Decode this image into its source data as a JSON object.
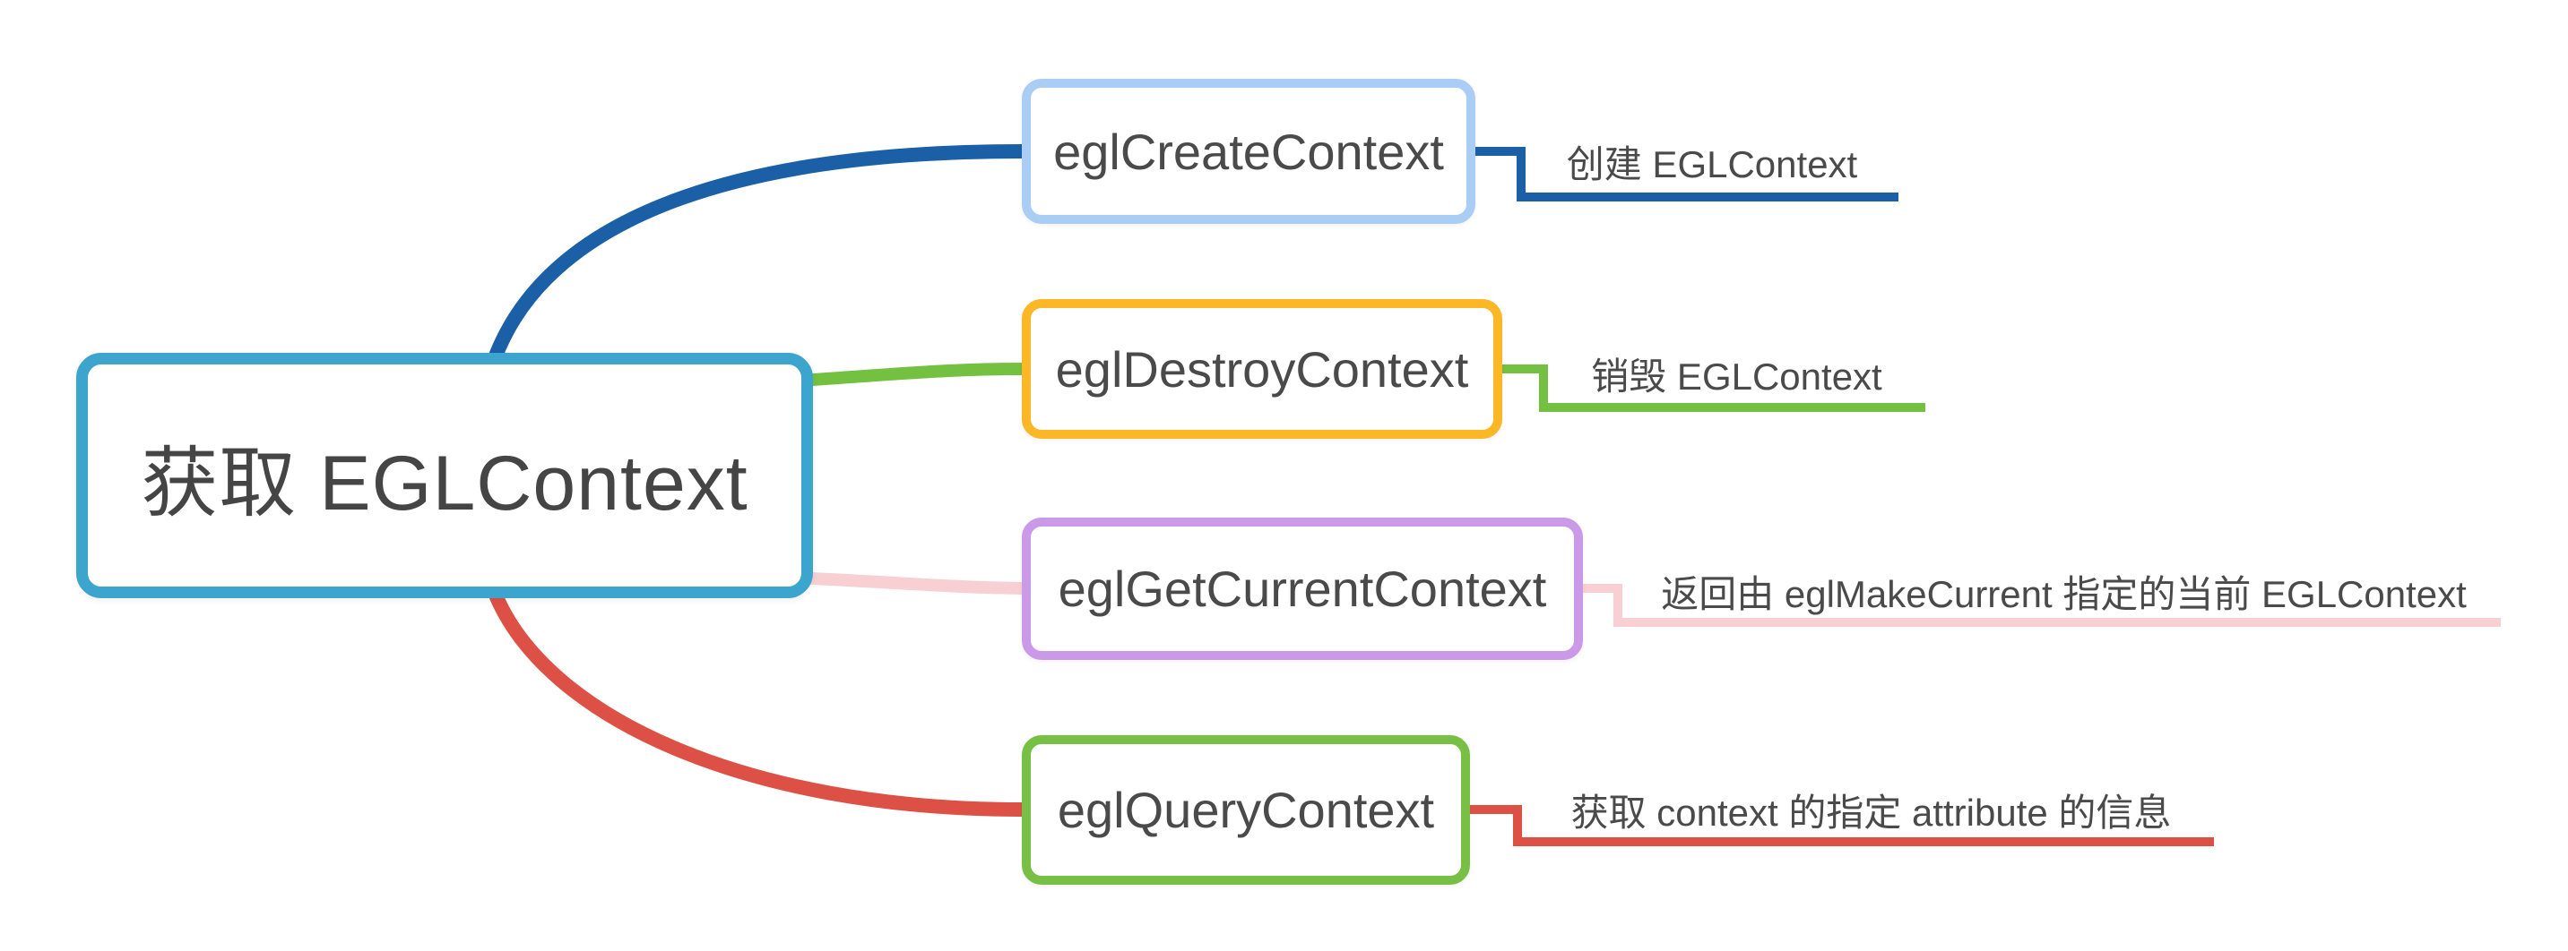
{
  "page": {
    "background_color": "#ffffff",
    "text_color": "#4a4a4a"
  },
  "root": {
    "label": "获取 EGLContext",
    "border_color": "#3BA5CE",
    "fill_color": "#ffffff",
    "text_color": "#454545"
  },
  "branches": [
    {
      "id": "create",
      "node_label": "eglCreateContext",
      "node_border_color": "#A9CDF5",
      "line_color": "#1B60A7",
      "note": "创建 EGLContext"
    },
    {
      "id": "destroy",
      "node_label": "eglDestroyContext",
      "node_border_color": "#FBB726",
      "line_color": "#74C041",
      "note": "销毁 EGLContext"
    },
    {
      "id": "get-current",
      "node_label": "eglGetCurrentContext",
      "node_border_color": "#CA9AE9",
      "line_color": "#F8D0D4",
      "note": "返回由 eglMakeCurrent 指定的当前 EGLContext"
    },
    {
      "id": "query",
      "node_label": "eglQueryContext",
      "node_border_color": "#77C045",
      "line_color": "#DD5046",
      "note": "获取 context 的指定 attribute 的信息"
    }
  ]
}
